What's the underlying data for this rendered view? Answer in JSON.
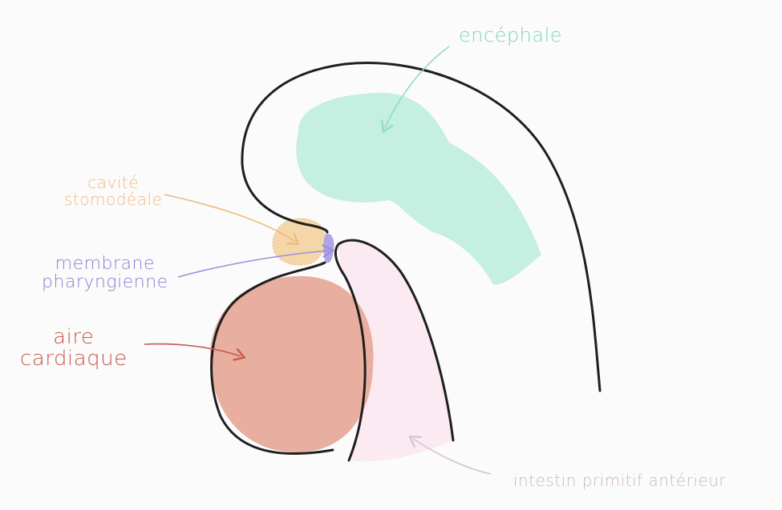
{
  "colors": {
    "background": "#fbfbfb",
    "outline": "#1f1f1f",
    "encephale": "#c5efe0",
    "encephale_label": "#7fd6b8",
    "stomodeale": "#f5d6a8",
    "stomodeale_label": "#eeba82",
    "membrane": "#a99ce0",
    "membrane_label": "#8a7fd0",
    "cardiaque": "#e8aea0",
    "cardiaque_label": "#c85a4a",
    "intestin": "#fbeaf1",
    "intestin_label": "#cfb5c0"
  },
  "labels": {
    "encephale": "encéphale",
    "cavite_line1": "cavité",
    "cavite_line2": "stomodéale",
    "membrane_line1": "membrane",
    "membrane_line2": "pharyngienne",
    "aire_line1": "aire",
    "aire_line2": "cardiaque",
    "intestin": "intestin primitif antérieur"
  }
}
